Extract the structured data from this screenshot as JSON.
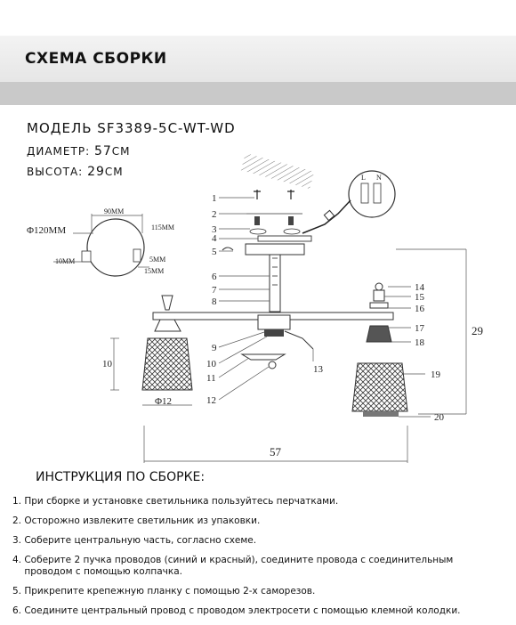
{
  "header": {
    "title": "СХЕМА СБОРКИ"
  },
  "product": {
    "model_label": "МОДЕЛЬ",
    "model_code": "SF3389-5C-WT-WD",
    "diameter_label": "ДИАМЕТР:",
    "diameter_value": "57",
    "diameter_unit": "СМ",
    "height_label": "ВЫСОТА:",
    "height_value": "29",
    "height_unit": "СМ"
  },
  "canopy_detail": {
    "diameter": "Φ120ММ",
    "width": "90ММ",
    "depth": "115ММ",
    "offset": "10ММ",
    "gap": "5ММ",
    "screw": "15ММ"
  },
  "terminal_labels": [
    "L",
    "N"
  ],
  "part_numbers": [
    "1",
    "2",
    "3",
    "4",
    "5",
    "6",
    "7",
    "8",
    "9",
    "10",
    "11",
    "12",
    "13",
    "14",
    "15",
    "16",
    "17",
    "18",
    "19",
    "20"
  ],
  "dimensions": {
    "shade_height": "10",
    "shade_diameter": "Φ12",
    "total_height": "29",
    "total_width": "57"
  },
  "instructions": {
    "title": "ИНСТРУКЦИЯ ПО СБОРКЕ:",
    "steps": [
      "1. При сборке и установке светильника пользуйтесь перчатками.",
      "2. Осторожно извлеките светильник из упаковки.",
      "3. Соберите центральную часть, согласно схеме.",
      "4. Соберите 2 пучка проводов (синий и красный), соедините провода с соединительным\n    проводом с помощью колпачка.",
      "5. Прикрепите крепежную планку с помощью 2-х саморезов.",
      "6. Соедините центральный провод с проводом электросети с помощью клемной колодки."
    ]
  }
}
